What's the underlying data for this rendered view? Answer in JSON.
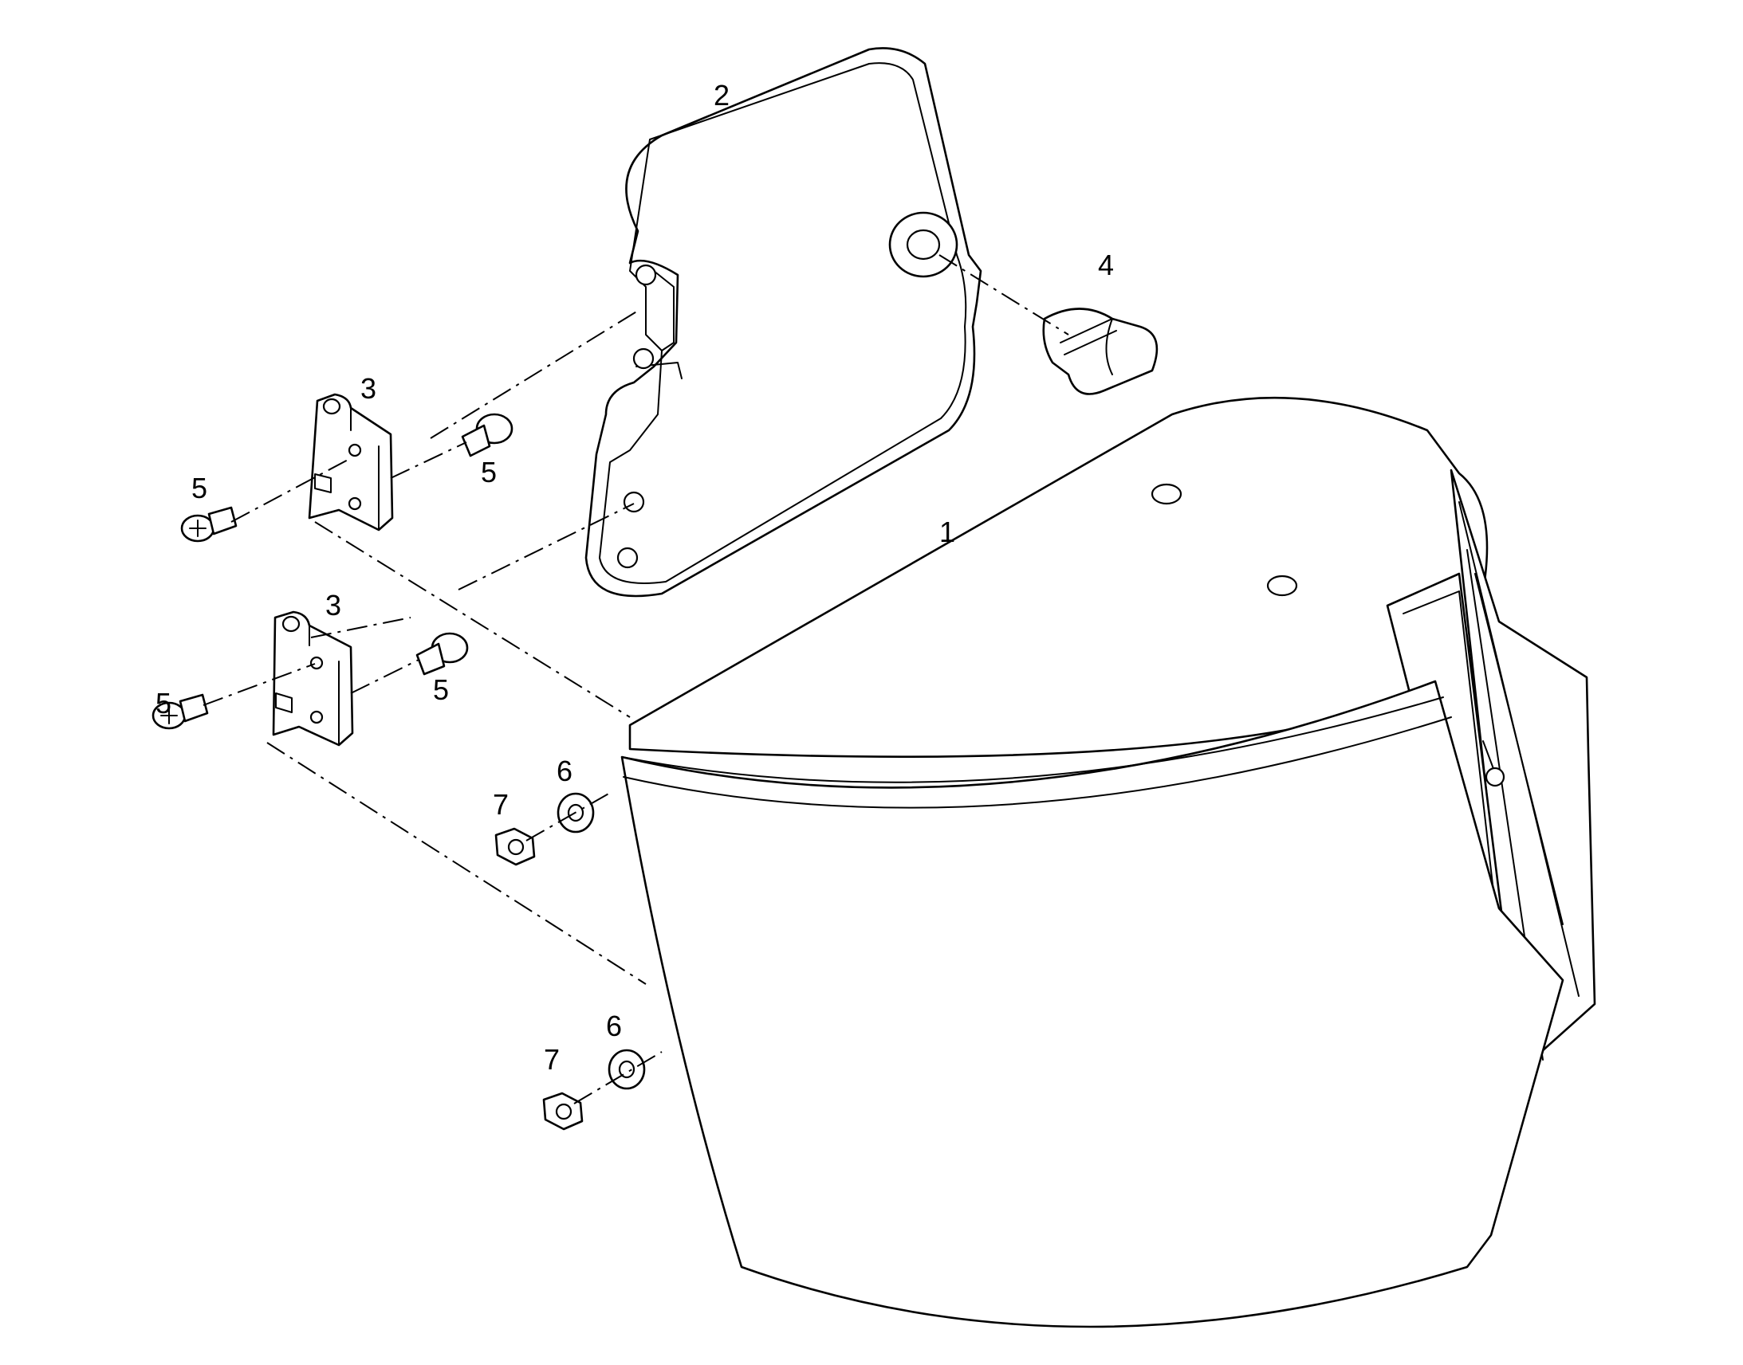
{
  "diagram": {
    "callouts": {
      "c1": "1",
      "c2": "2",
      "c3a": "3",
      "c3b": "3",
      "c4": "4",
      "c5a": "5",
      "c5b": "5",
      "c5c": "5",
      "c5d": "5",
      "c6a": "6",
      "c6b": "6",
      "c7a": "7",
      "c7b": "7"
    },
    "colors": {
      "line": "#000000",
      "background": "#ffffff"
    }
  }
}
